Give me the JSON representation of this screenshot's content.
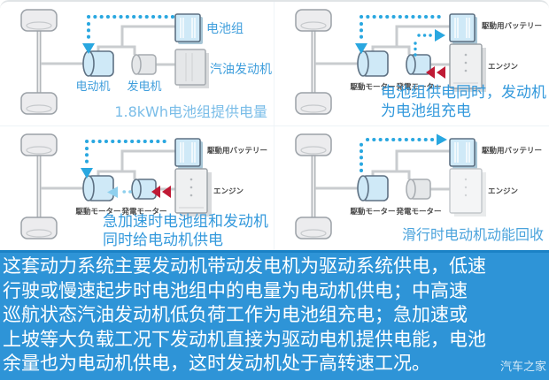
{
  "colors": {
    "accent_blue": "#29a7e0",
    "label_blue": "#3f9edc",
    "caption_light_blue": "#7abde8",
    "caption_blue": "#3399dc",
    "regen_arrow_light_blue": "#8fd0ee",
    "arrow_red": "#c01a35",
    "panel_background": "#2e94d7",
    "component_active_fill": "#cfe9f7",
    "component_inactive_fill": "#e5e7e9"
  },
  "quadrants": [
    {
      "name": "battery-powers-motor",
      "labels": {
        "motor": "电动机",
        "generator": "发电机",
        "battery": "电池组",
        "engine": "汽油发动机"
      },
      "caption_lines": [
        "1.8kWh电池组提供电量"
      ]
    },
    {
      "name": "battery-drive-while-engine-charges",
      "labels": {
        "motor": "駆動モーター",
        "generator": "発電モーター",
        "battery": "駆動用バッテリー",
        "engine": "エンジン"
      },
      "caption_lines": [
        "电池组供电同时，发动机",
        "为电池组充电"
      ]
    },
    {
      "name": "hard-acceleration-combined-power",
      "labels": {
        "motor": "駆動モーター",
        "generator": "発電モーター",
        "battery": "駆動用バッテリー",
        "engine": "エンジン"
      },
      "caption_lines": [
        "急加速时电池组和发动机",
        "同时给电动机供电"
      ]
    },
    {
      "name": "coasting-energy-recovery",
      "labels": {
        "motor": "駆動モーター",
        "generator": "発電モーター",
        "battery": "駆動用バッテリー",
        "engine": "エンジン"
      },
      "caption_lines": [
        "滑行时电动机动能回收"
      ]
    }
  ],
  "description": {
    "lines": [
      "这套动力系统主要发动机带动发电机为驱动系统供电，低速",
      "行驶或慢速起步时电池组中的电量为电动机供电；中高速",
      "巡航状态汽油发动机低负荷工作为电池组充电；急加速或",
      "上坡等大负载工况下发动机直接为驱动电机提供电能，电池",
      "余量也为电动机供电，这时发动机处于高转速工况。"
    ]
  },
  "watermark": "汽车之家"
}
